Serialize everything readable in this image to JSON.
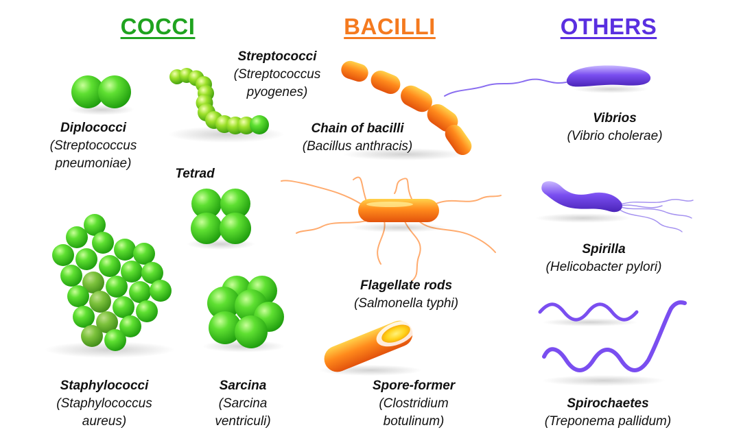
{
  "headings": {
    "cocci": {
      "text": "COCCI",
      "color": "#1fa31f"
    },
    "bacilli": {
      "text": "BACILLI",
      "color": "#f47a1f"
    },
    "others": {
      "text": "OTHERS",
      "color": "#5a2fe0"
    }
  },
  "items": {
    "diplococci": {
      "name": "Diplococci",
      "species": [
        "(Streptococcus",
        "pneumoniae)"
      ]
    },
    "streptococci": {
      "name": "Streptococci",
      "species": [
        "(Streptococcus",
        "pyogenes)"
      ]
    },
    "tetrad": {
      "name": "Tetrad"
    },
    "staphylococci": {
      "name": "Staphylococci",
      "species": [
        "(Staphylococcus",
        "aureus)"
      ]
    },
    "sarcina": {
      "name": "Sarcina",
      "species": [
        "(Sarcina",
        "ventriculi)"
      ]
    },
    "chain_of_bacilli": {
      "name": "Chain of bacilli",
      "species": [
        "(Bacillus anthracis)"
      ]
    },
    "flagellate_rods": {
      "name": "Flagellate rods",
      "species": [
        "(Salmonella typhi)"
      ]
    },
    "spore_former": {
      "name": "Spore-former",
      "species": [
        "(Clostridium",
        "botulinum)"
      ]
    },
    "vibrios": {
      "name": "Vibrios",
      "species": [
        "(Vibrio cholerae)"
      ]
    },
    "spirilla": {
      "name": "Spirilla",
      "species": [
        "(Helicobacter pylori)"
      ]
    },
    "spirochaetes": {
      "name": "Spirochaetes",
      "species": [
        "(Treponema pallidum)"
      ]
    }
  },
  "colors": {
    "coccus_green": "#3ccf1e",
    "coccus_dark": "#1f9a10",
    "bacillus_orange": "#f36a12",
    "other_purple": "#7a4ef0"
  }
}
